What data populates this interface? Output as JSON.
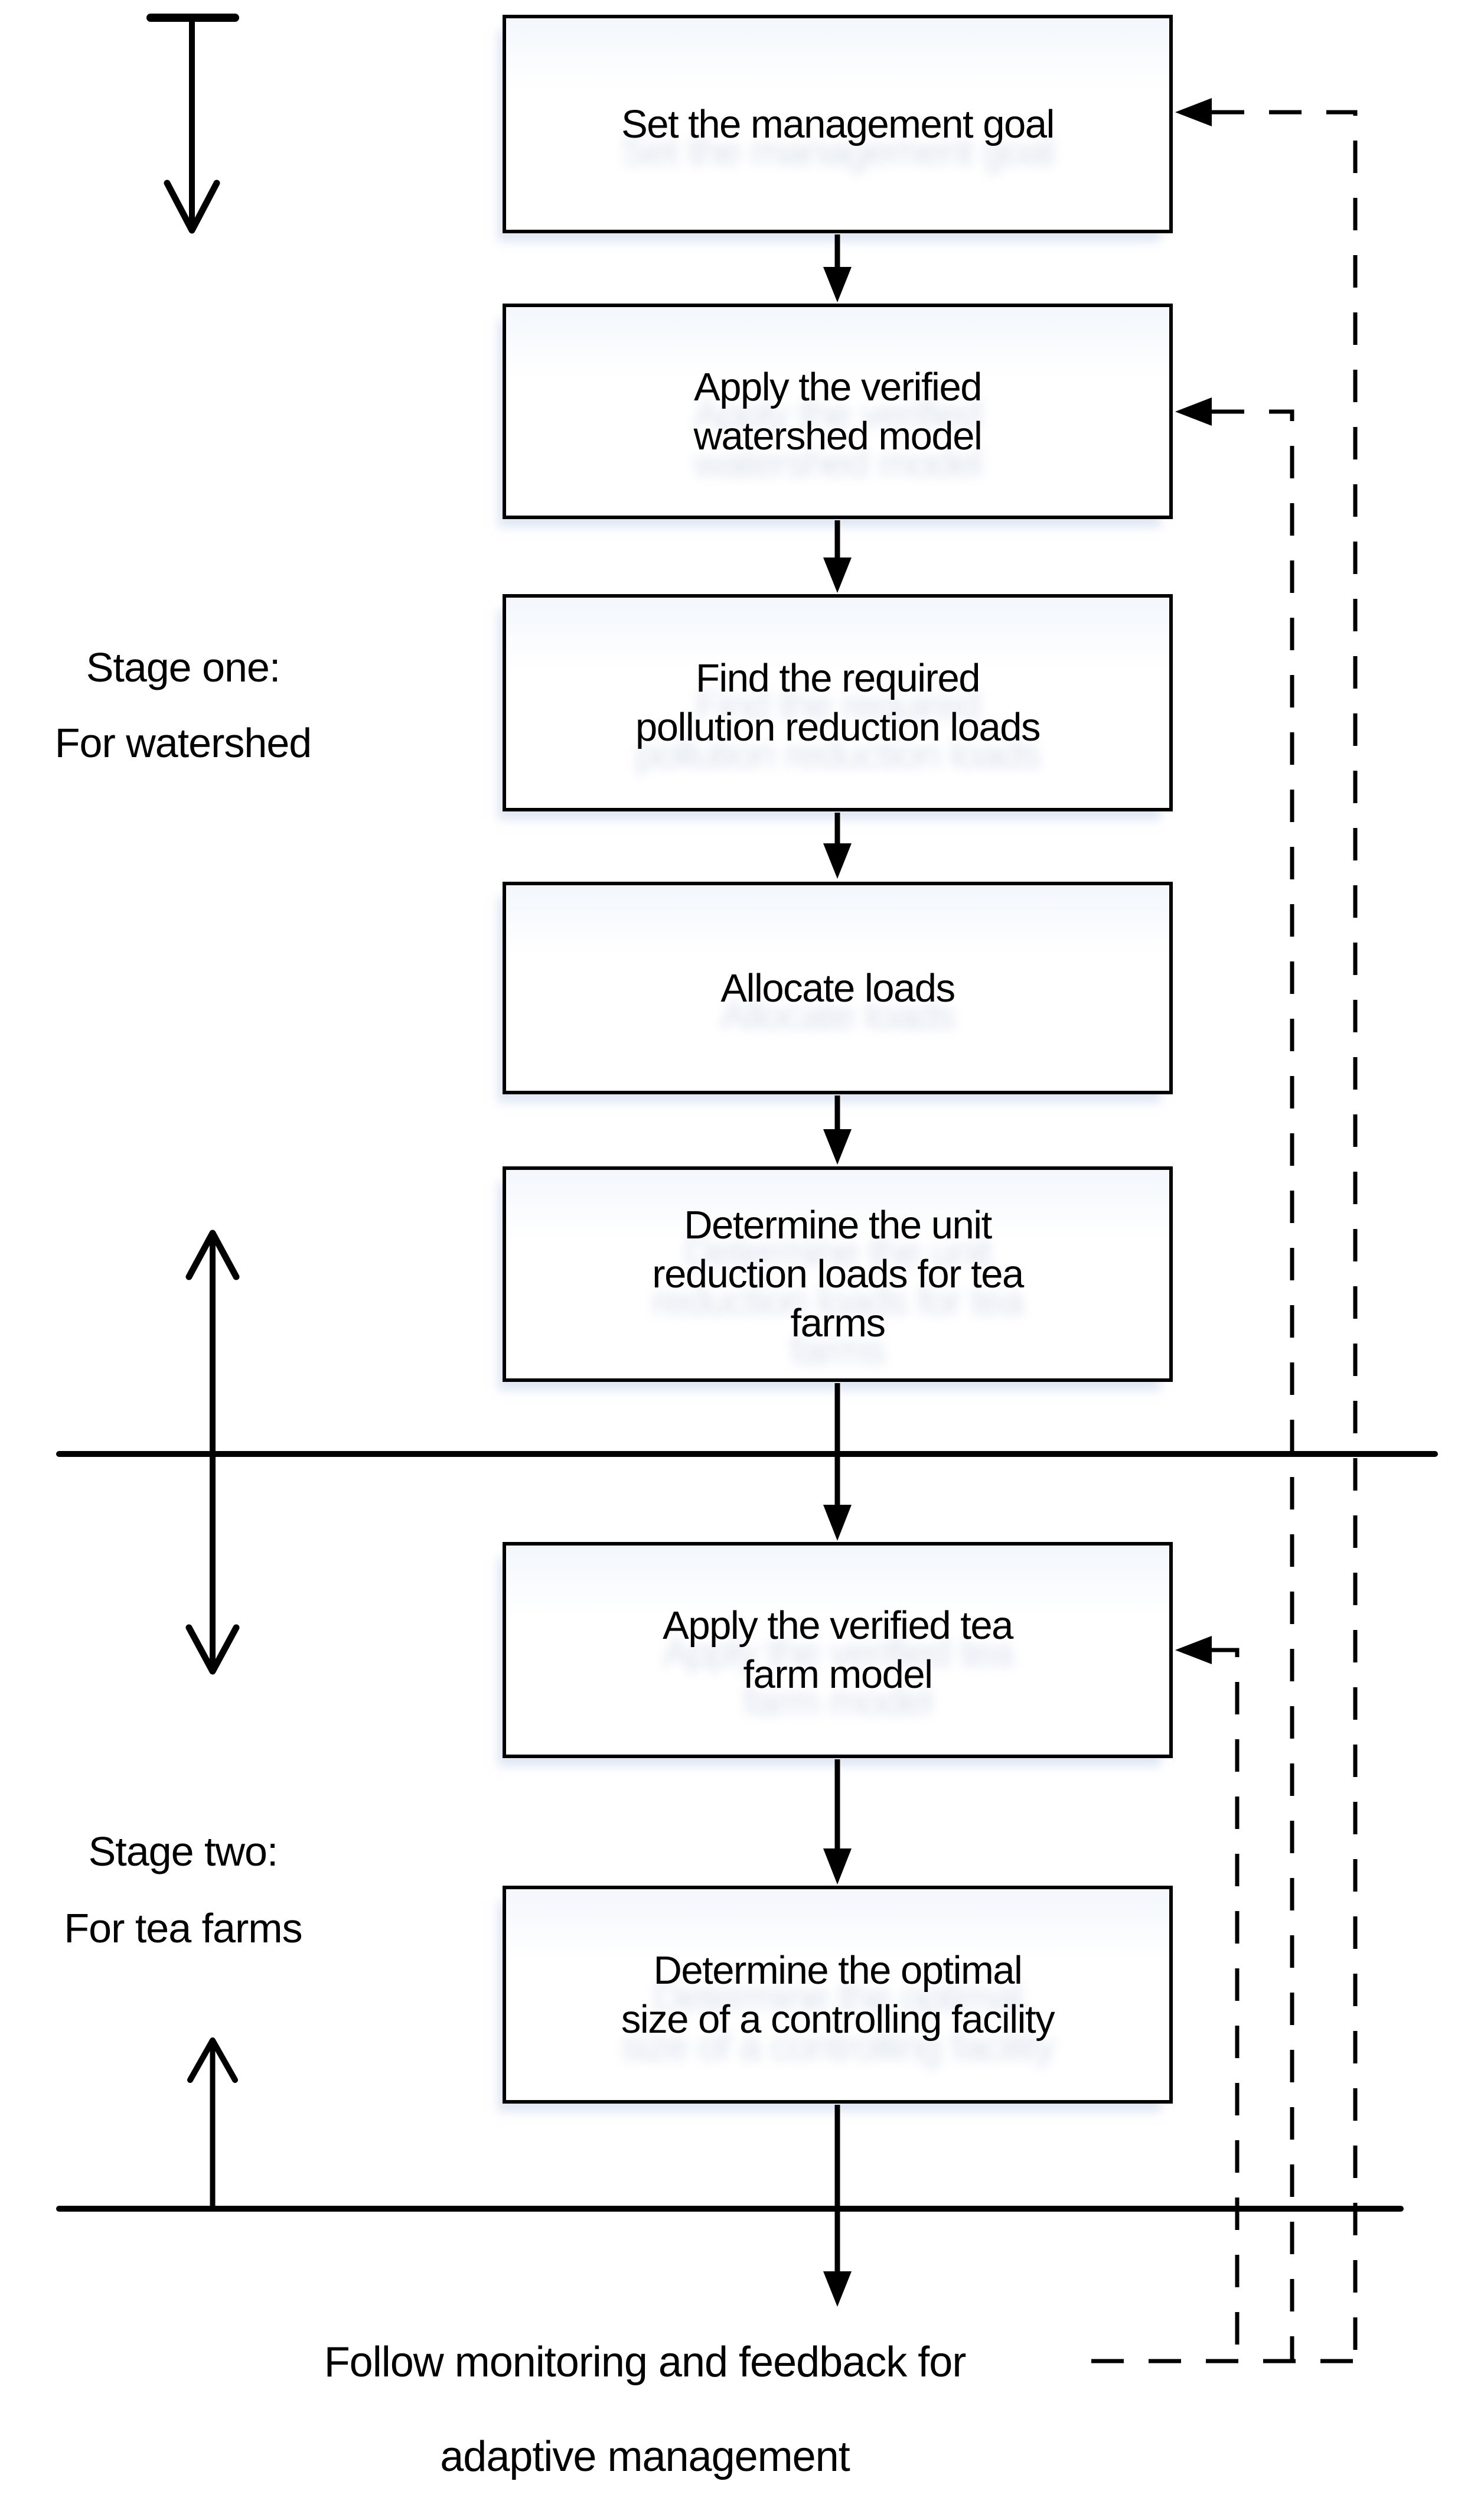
{
  "diagram": {
    "boxes": [
      {
        "label": "Set the management goal"
      },
      {
        "label": "Apply the verified\nwatershed model"
      },
      {
        "label": "Find the required\npollution reduction loads"
      },
      {
        "label": "Allocate loads"
      },
      {
        "label": "Determine the unit\nreduction loads for tea\nfarms"
      },
      {
        "label": "Apply the verified tea\nfarm model"
      },
      {
        "label": "Determine the optimal\nsize of a controlling facility"
      }
    ],
    "stage_labels": [
      {
        "label": "Stage one:\nFor watershed"
      },
      {
        "label": "Stage two:\nFor tea farms"
      }
    ],
    "footer": {
      "label": "Follow monitoring and feedback for\nadaptive management"
    },
    "colors": {
      "line": "#000000",
      "background": "#ffffff"
    }
  }
}
